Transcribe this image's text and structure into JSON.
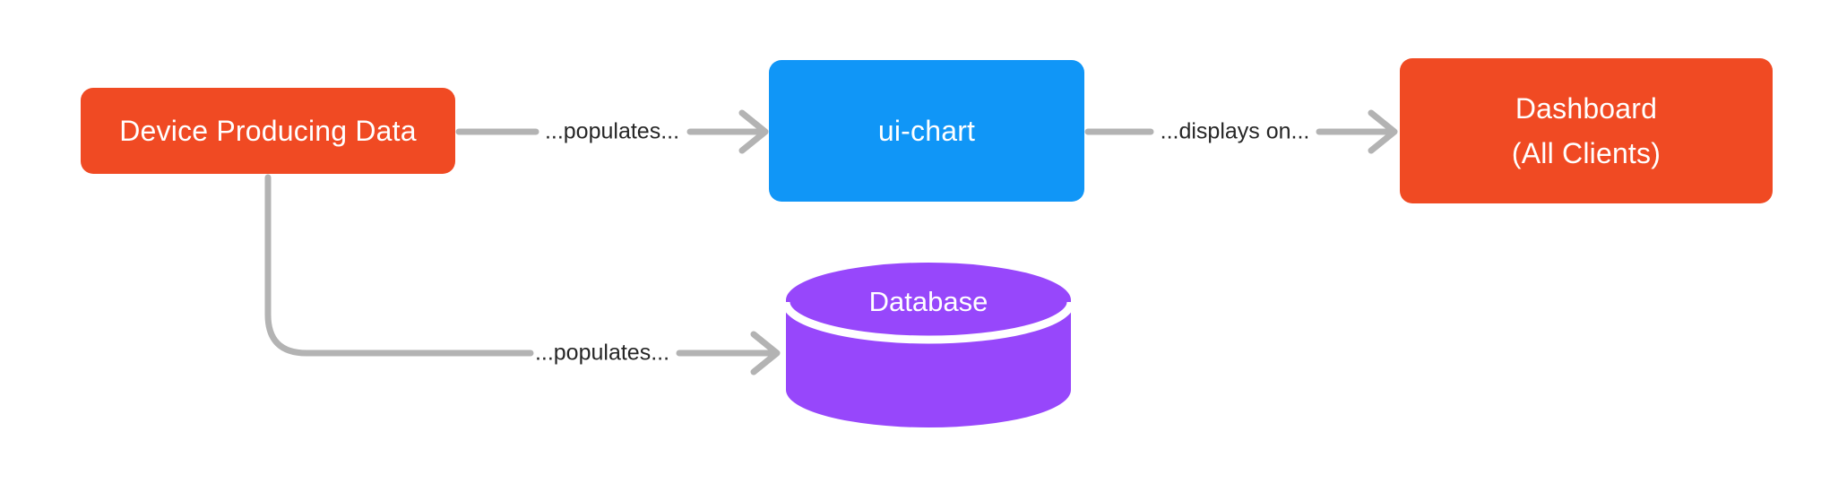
{
  "diagram": {
    "background": "#FFFFFF",
    "connector_color": "#B3B3B3",
    "edge_label_color": "#262626",
    "nodes": {
      "device": {
        "label": "Device Producing Data",
        "shape": "rounded-rectangle",
        "color": "#F04A23",
        "text_color": "#FFFFFF"
      },
      "ui_chart": {
        "label": "ui-chart",
        "shape": "rounded-rectangle",
        "color": "#1096F7",
        "text_color": "#FFFFFF"
      },
      "dashboard": {
        "label_lines": [
          "Dashboard",
          "(All Clients)"
        ],
        "shape": "rounded-rectangle",
        "color": "#F04A23",
        "text_color": "#FFFFFF"
      },
      "database": {
        "label": "Database",
        "shape": "cylinder",
        "color": "#9747FB",
        "text_color": "#FFFFFF"
      }
    },
    "edges": [
      {
        "from": "Device Producing Data",
        "to": "ui-chart",
        "label": "...populates..."
      },
      {
        "from": "ui-chart",
        "to": "Dashboard (All Clients)",
        "label": "...displays on..."
      },
      {
        "from": "Device Producing Data",
        "to": "Database",
        "label": "...populates..."
      }
    ]
  }
}
